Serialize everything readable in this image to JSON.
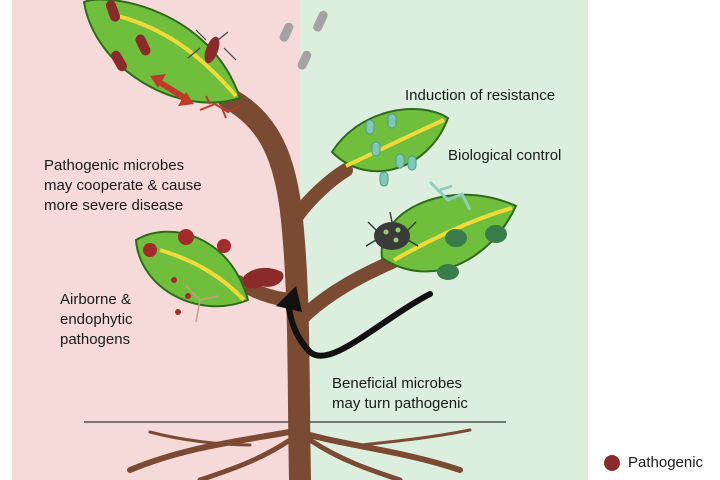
{
  "labels": {
    "cooperate": "Pathogenic microbes\nmay cooperate & cause\nmore severe disease",
    "airborne": "Airborne &\nendophytic\npathogens",
    "induction": "Induction of resistance",
    "biocontrol": "Biological control",
    "beneficial": "Beneficial microbes\nmay turn pathogenic"
  },
  "legend": {
    "pathogenic_label": "Pathogenic",
    "pathogenic_color": "#8b2a2a"
  },
  "colors": {
    "pathogen_panel": "#f6dada",
    "beneficial_panel": "#dcefdf",
    "leaf_green": "#6fbf3d",
    "stem_brown": "#7a4a32",
    "vein_yellow": "#f2d93a",
    "beneficial_microbe": "#7ec8b8"
  }
}
